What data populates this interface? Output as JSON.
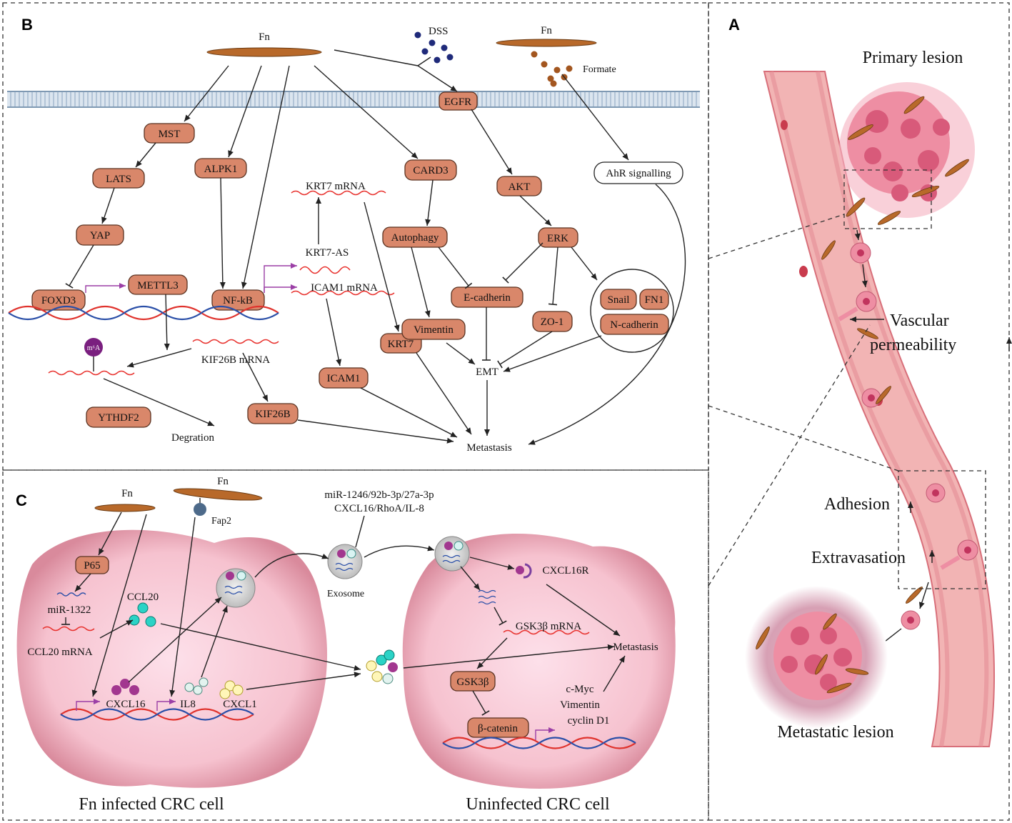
{
  "panels": {
    "a": "A",
    "b": "B",
    "c": "C"
  },
  "panel_b": {
    "fn1": "Fn",
    "fn2": "Fn",
    "dss": "DSS",
    "formate": "Formate",
    "egfr": "EGFR",
    "mst": "MST",
    "lats": "LATS",
    "yap": "YAP",
    "foxd3": "FOXD3",
    "mettl3": "METTL3",
    "alpk1": "ALPK1",
    "nfkb": "NF-kB",
    "krt7_mrna": "KRT7 mRNA",
    "krt7_as": "KRT7-AS",
    "icam1_mrna": "ICAM1 mRNA",
    "kif26b_mrna": "KIF26B mRNA",
    "m6a": "m⁶A",
    "ythdf2": "YTHDF2",
    "degration": "Degration",
    "kif26b": "KIF26B",
    "icam1": "ICAM1",
    "krt7": "KRT7",
    "card3": "CARD3",
    "autophagy": "Autophagy",
    "vimentin": "Vimentin",
    "ecadherin": "E-cadherin",
    "akt": "AKT",
    "erk": "ERK",
    "zo1": "ZO-1",
    "snail": "Snail",
    "fn1b": "FN1",
    "ncadherin": "N-cadherin",
    "ahr": "AhR signalling",
    "emt": "EMT",
    "metastasis": "Metastasis"
  },
  "panel_c": {
    "fn1": "Fn",
    "fn2": "Fn",
    "fap2": "Fap2",
    "p65": "P65",
    "mir1322": "miR-1322",
    "ccl20": "CCL20",
    "ccl20_mrna": "CCL20 mRNA",
    "cxcl16": "CXCL16",
    "il8": "IL8",
    "cxcl1": "CXCL1",
    "mir_line1": "miR-1246/92b-3p/27a-3p",
    "mir_line2": "CXCL16/RhoA/IL-8",
    "exosome": "Exosome",
    "cxcl16r": "CXCL16R",
    "gsk3b_mrna": "GSK3β mRNA",
    "gsk3b": "GSK3β",
    "bcatenin": "β-catenin",
    "cmyc": "c-Myc",
    "vimentin": "Vimentin",
    "cyclind1": "cyclin D1",
    "metastasis": "Metastasis",
    "infected": "Fn infected CRC cell",
    "uninfected": "Uninfected CRC cell"
  },
  "panel_a": {
    "primary": "Primary lesion",
    "vascular": "Vascular",
    "permeability": "permeability",
    "adhesion": "Adhesion",
    "extravasation": "Extravasation",
    "metastatic": "Metastatic lesion"
  },
  "colors": {
    "box": "#d9876a",
    "fn_bacterium": "#b8692a",
    "membrane": "#9fb6cc",
    "vessel": "#f2b4b4",
    "cell": "#f6c2cf",
    "dna_red": "#e0332d",
    "dna_blue": "#2a4fa8",
    "mrna": "#e8322e",
    "purple": "#9b3fa6"
  }
}
